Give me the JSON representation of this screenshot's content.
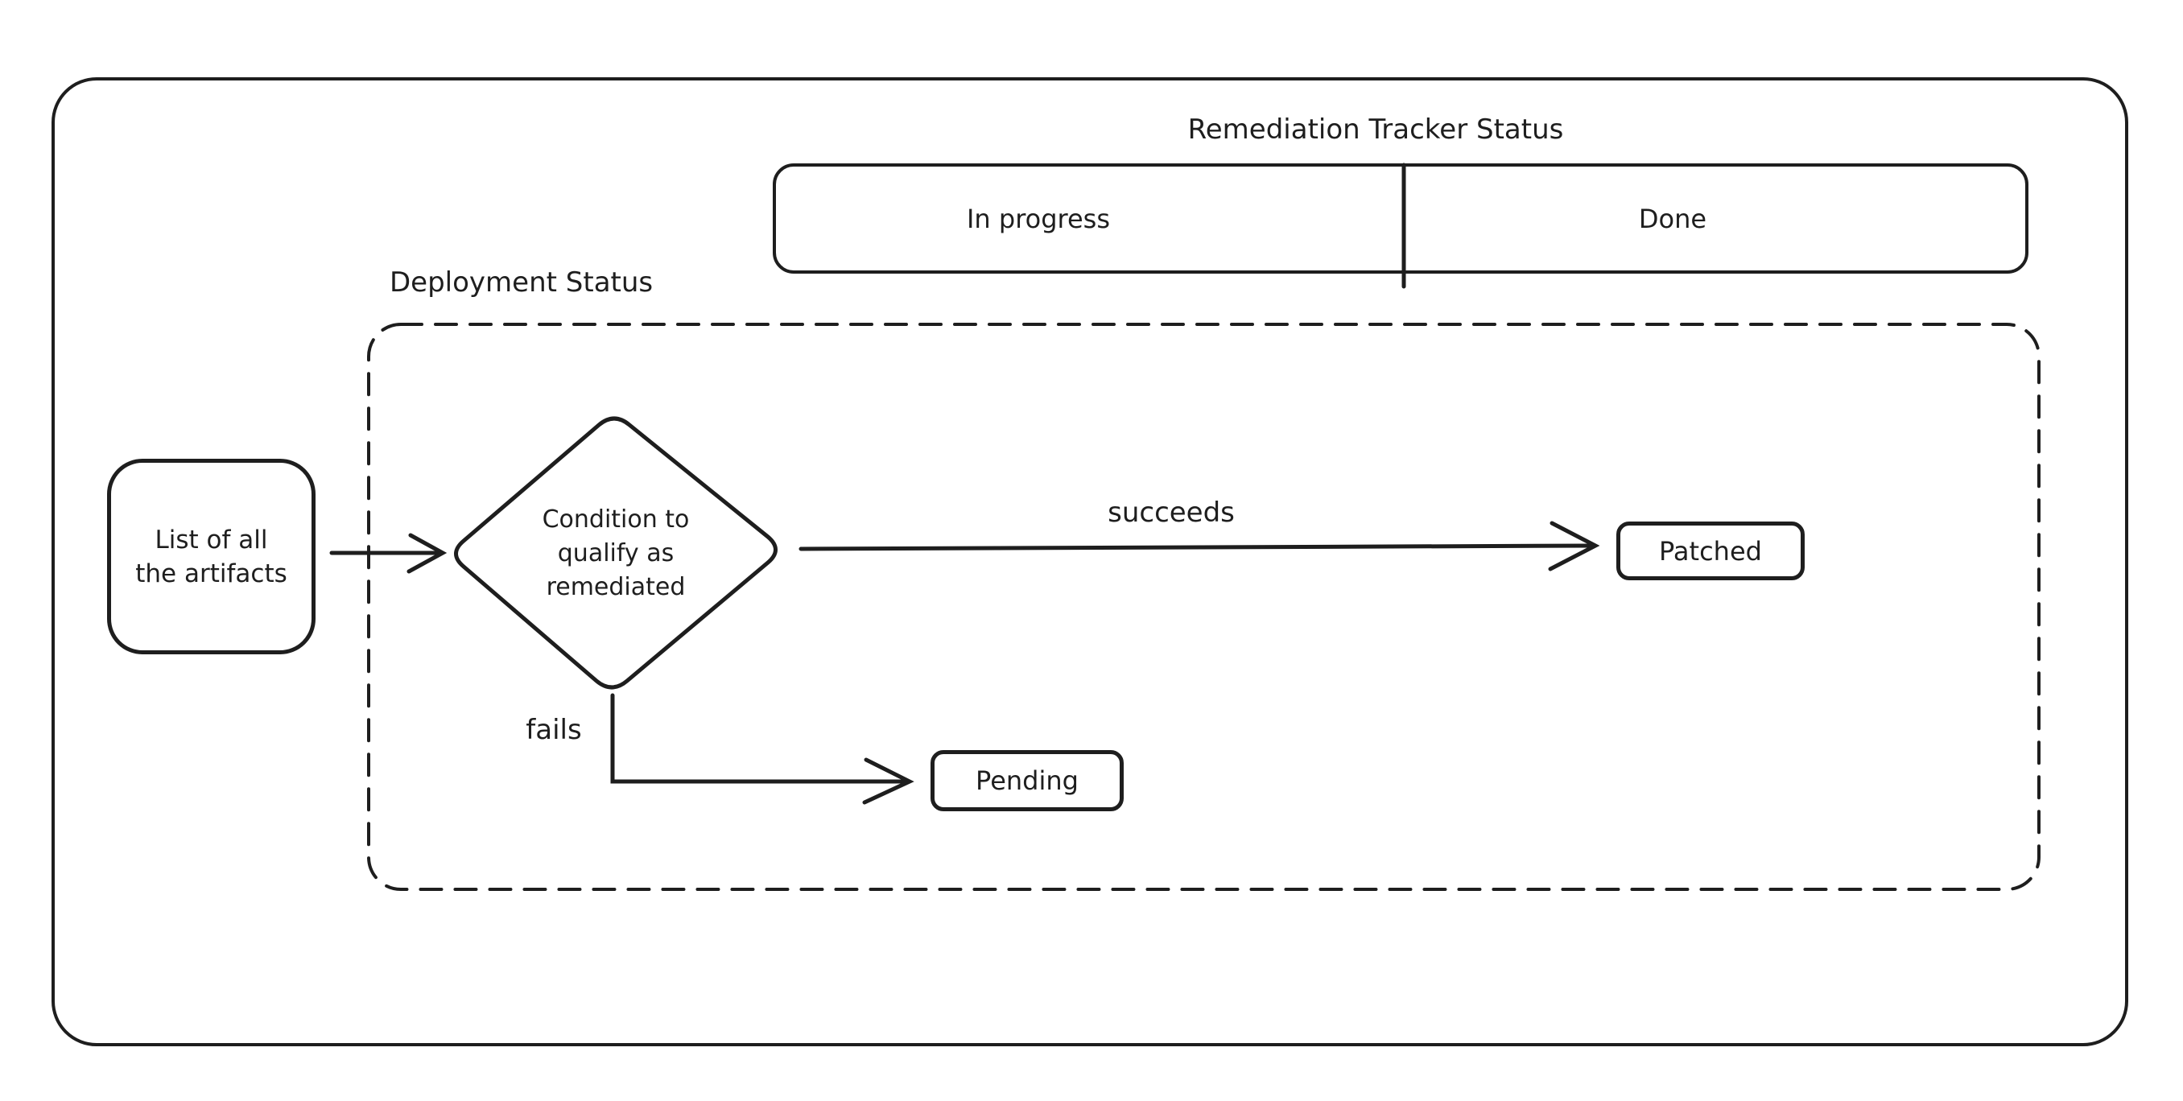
{
  "style": {
    "background": "#ffffff",
    "ink": "#1e1e1e"
  },
  "diagram": {
    "tracker": {
      "title": "Remediation Tracker Status",
      "columns": [
        {
          "label": "In progress"
        },
        {
          "label": "Done"
        }
      ]
    },
    "deployment": {
      "label": "Deployment Status",
      "artifacts": {
        "line1": "List of all",
        "line2": "the artifacts"
      },
      "decision": {
        "line1": "Condition to",
        "line2": "qualify as",
        "line3": "remediated"
      },
      "succeeds_label": "succeeds",
      "fails_label": "fails",
      "patched_label": "Patched",
      "pending_label": "Pending"
    }
  }
}
